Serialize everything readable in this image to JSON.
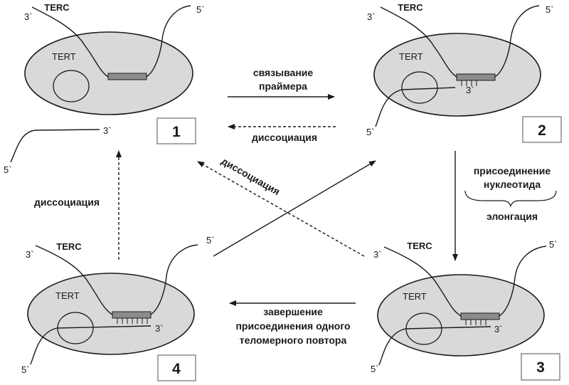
{
  "labels": {
    "terc": "TERC",
    "tert": "TERT",
    "three_prime": "3`",
    "five_prime": "5`"
  },
  "panels": {
    "p1": "1",
    "p2": "2",
    "p3": "3",
    "p4": "4"
  },
  "arrows": {
    "binding_line1": "связывание",
    "binding_line2": "праймера",
    "dissociation": "диссоциация",
    "addition_line1": "присоединение",
    "addition_line2": "нуклеотида",
    "elongation": "элонгация",
    "completion_line1": "завершение",
    "completion_line2": "присоединения одного",
    "completion_line3": "теломерного повтора"
  },
  "colors": {
    "enzyme_fill": "#d9d9d9",
    "template_fill": "#8c8c8c",
    "outline": "#1a1a1a"
  }
}
